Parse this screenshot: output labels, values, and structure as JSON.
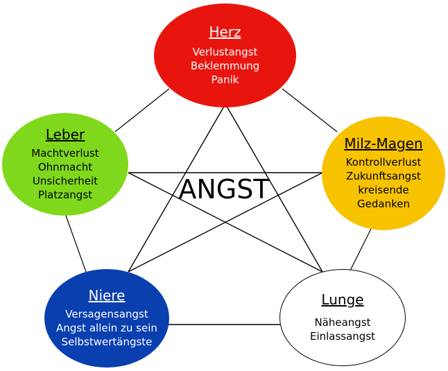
{
  "center": {
    "label": "ANGST"
  },
  "nodes": {
    "herz": {
      "title": "Herz",
      "items": [
        "Verlustangst",
        "Beklemmung",
        "Panik"
      ],
      "fill": "#e8150f",
      "text_color": "#ffffff"
    },
    "milz_magen": {
      "title": "Milz-Magen",
      "items": [
        "Kontrollverlust",
        "Zukunftsangst",
        "kreisende",
        "Gedanken"
      ],
      "fill": "#f7c200",
      "text_color": "#000000"
    },
    "lunge": {
      "title": "Lunge",
      "items": [
        "Näheangst",
        "Einlassangst"
      ],
      "fill": "#ffffff",
      "text_color": "#000000"
    },
    "niere": {
      "title": "Niere",
      "items": [
        "Versagensangst",
        "Angst allein zu sein",
        "Selbstwertängste"
      ],
      "fill": "#0a3fb0",
      "text_color": "#ffffff"
    },
    "leber": {
      "title": "Leber",
      "items": [
        "Machtverlust",
        "Ohnmacht",
        "Unsicherheit",
        "Platzangst"
      ],
      "fill": "#7fd81b",
      "text_color": "#000000"
    }
  }
}
